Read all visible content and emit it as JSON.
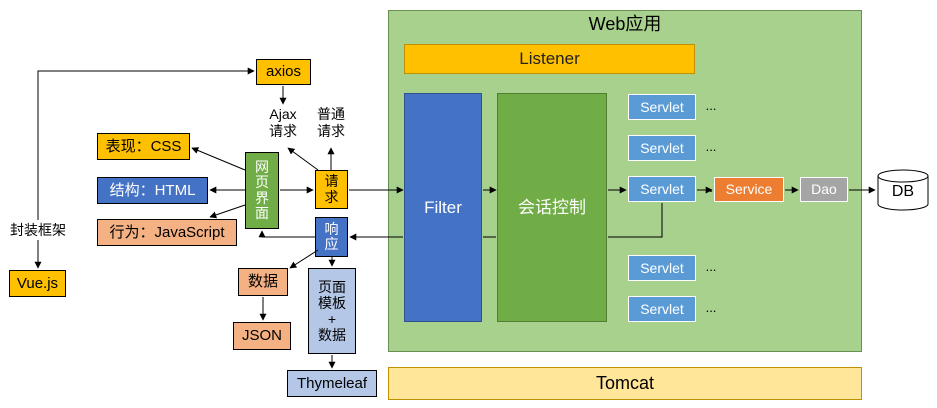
{
  "webapp": {
    "title": "Web应用",
    "listener": "Listener",
    "filter": "Filter",
    "session": "会话控制",
    "servlets": [
      "Servlet",
      "Servlet",
      "Servlet",
      "Servlet",
      "Servlet"
    ],
    "ellipsis": "...",
    "service": "Service",
    "dao": "Dao"
  },
  "db": "DB",
  "tomcat": "Tomcat",
  "axios": "axios",
  "ajax_request": "Ajax\n请求",
  "normal_request": "普通\n请求",
  "webpage": "网\n页\n界\n面",
  "request": "请\n求",
  "response": "响\n应",
  "presentation": "表现：CSS",
  "structure": "结构：HTML",
  "behavior": "行为：JavaScript",
  "wrap_framework": "封装框架",
  "vuejs": "Vue.js",
  "data_label": "数据",
  "json": "JSON",
  "template_data": "页面\n模板\n+\n数据",
  "thymeleaf": "Thymeleaf",
  "colors": {
    "webapp_bg": "#A9D18E",
    "listener": "#FFC000",
    "filter": "#4472C4",
    "session": "#70AD47",
    "servlet": "#5B9BD5",
    "service": "#ED7D31",
    "dao": "#A5A5A5",
    "tomcat": "#FFE699",
    "css_box": "#FFC000",
    "html_box": "#4472C4",
    "js_box": "#F4B183",
    "page_box": "#70AD47",
    "thymeleaf_box": "#B4C7E7"
  }
}
